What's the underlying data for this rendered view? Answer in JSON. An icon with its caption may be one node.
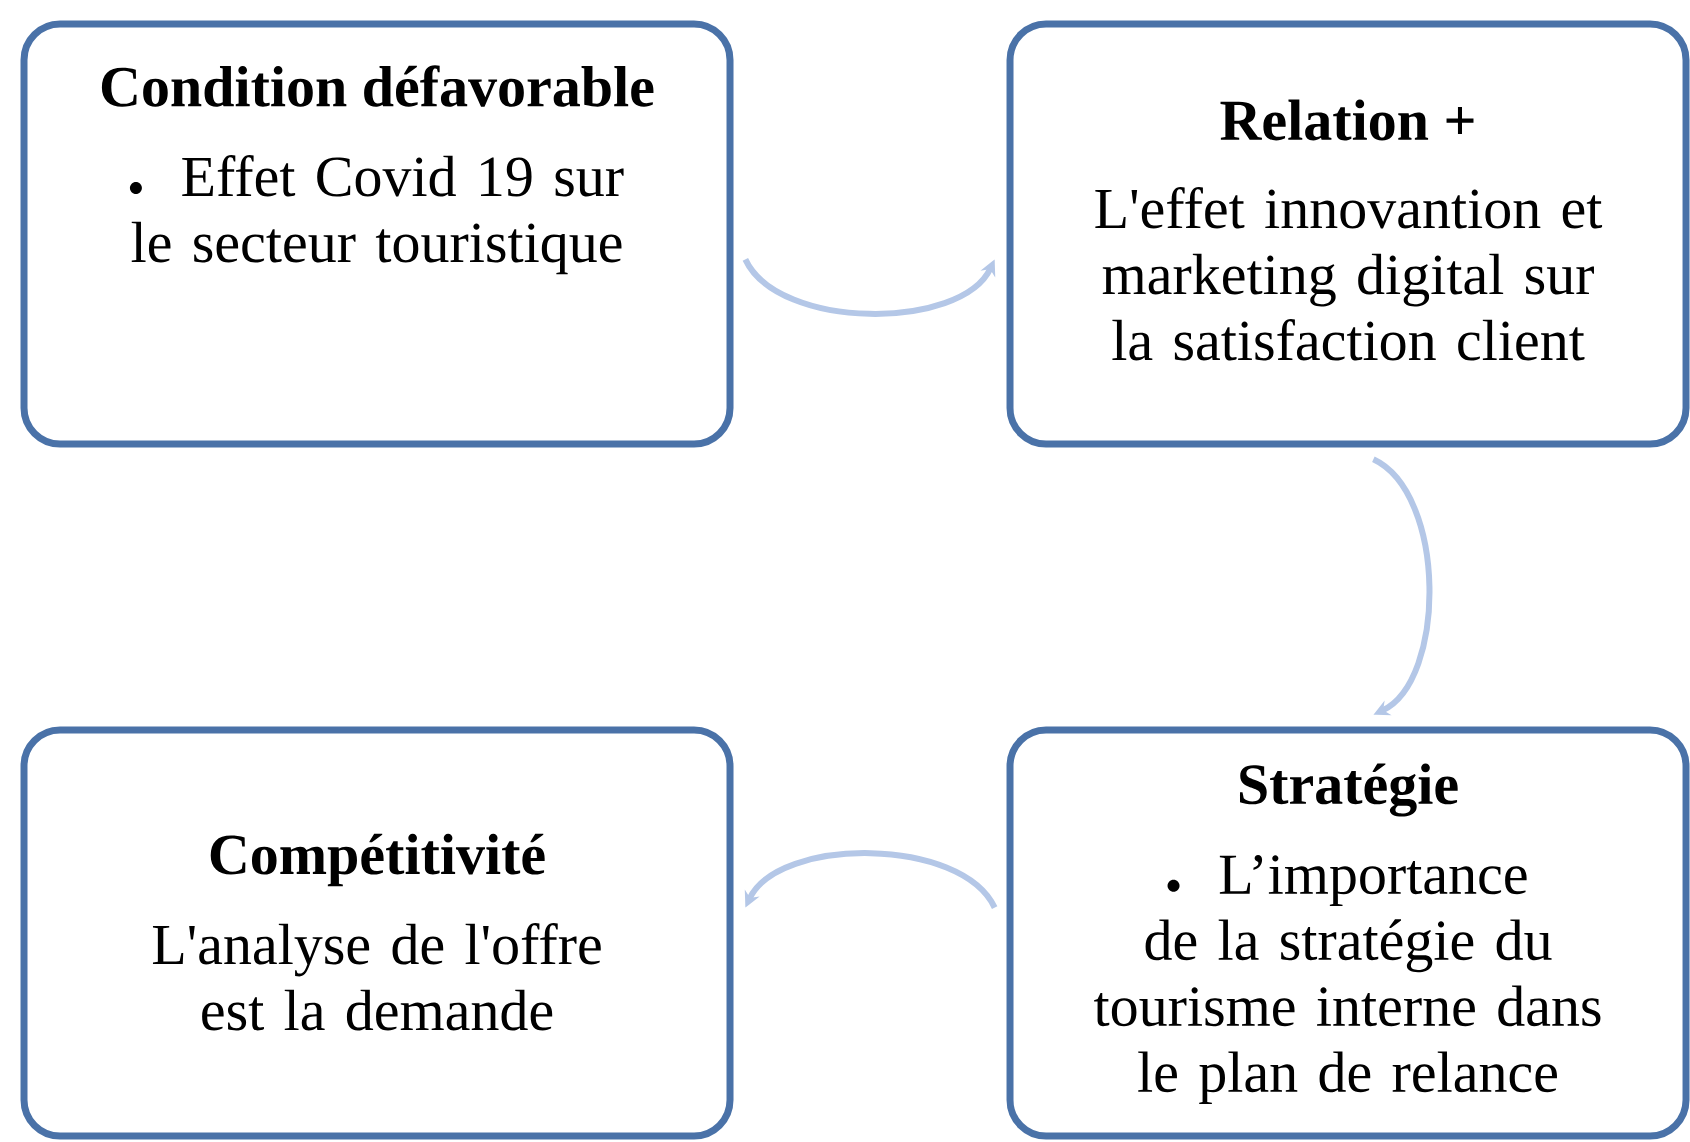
{
  "diagram": {
    "nodes": [
      {
        "text": [
          "Condition défavorable",
          "Effet Covid 19 sur le secteur touristique"
        ]
      },
      {
        "text": [
          "Relation +",
          "L'effet innovantion et marketing digital sur la satisfaction client"
        ]
      },
      {
        "text": [
          "Stratégie",
          "L’importance de la stratégie du tourisme interne dans le plan de relance"
        ]
      },
      {
        "text": [
          "Compétitivité",
          "L'analyse de l'offre est la demande"
        ]
      }
    ],
    "edges": [
      {
        "from": 0,
        "to": 1,
        "arrow": "to"
      },
      {
        "from": 1,
        "to": 2,
        "arrow": "to"
      },
      {
        "from": 2,
        "to": 3,
        "arrow": "to"
      }
    ]
  }
}
